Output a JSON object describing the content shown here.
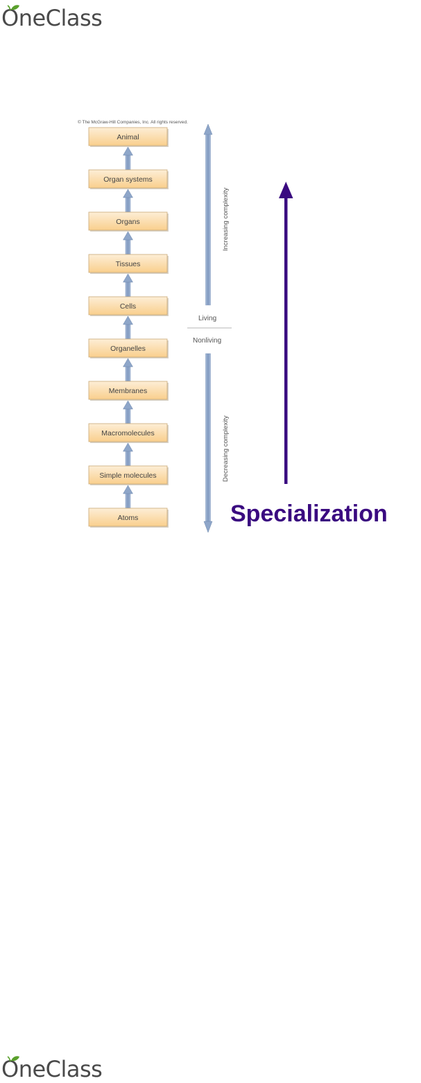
{
  "header": {
    "logo_text": "OneClass",
    "logo_icon": "apple-leaf-icon"
  },
  "footer": {
    "logo_text": "OneClass",
    "logo_icon": "apple-leaf-icon"
  },
  "figure": {
    "copyright": "© The McGraw-Hill Companies, Inc. All rights reserved.",
    "levels": [
      "Animal",
      "Organ systems",
      "Organs",
      "Tissues",
      "Cells",
      "Organelles",
      "Membranes",
      "Macromolecules",
      "Simple molecules",
      "Atoms"
    ],
    "increasing_label": "Increasing complexity",
    "decreasing_label": "Decreasing complexity",
    "living_label": "Living",
    "nonliving_label": "Nonliving",
    "specialization_label": "Specialization",
    "colors": {
      "box_fill_top": "#fdeed6",
      "box_fill_bottom": "#f9cf8d",
      "box_stroke": "#c9a877",
      "arrow_fill": "#8ea6c9",
      "specialization": "#3a0a80"
    }
  }
}
